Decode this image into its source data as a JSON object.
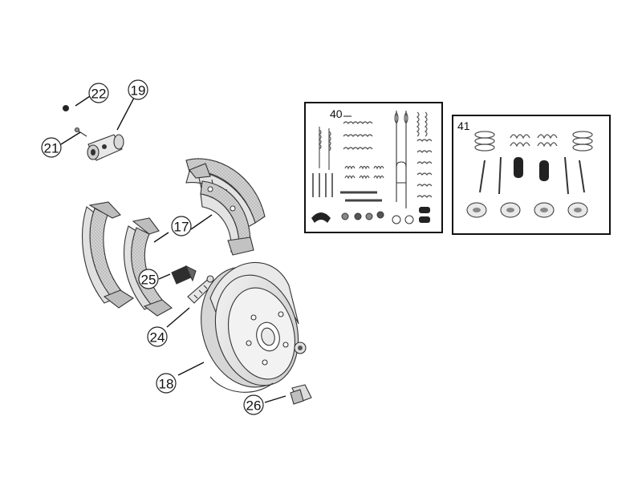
{
  "callouts": [
    {
      "id": "c17",
      "label": "17"
    },
    {
      "id": "c18",
      "label": "18"
    },
    {
      "id": "c19",
      "label": "19"
    },
    {
      "id": "c21",
      "label": "21"
    },
    {
      "id": "c22",
      "label": "22"
    },
    {
      "id": "c24",
      "label": "24"
    },
    {
      "id": "c25",
      "label": "25"
    },
    {
      "id": "c26",
      "label": "26"
    }
  ],
  "kits": [
    {
      "id": "kit40",
      "label": "40"
    },
    {
      "id": "kit41",
      "label": "41"
    }
  ],
  "colors": {
    "line": "#111111",
    "part_fill": "#e6e6e6",
    "part_dark": "#333333",
    "lining": "#c8c8c8",
    "spring": "#555555"
  }
}
